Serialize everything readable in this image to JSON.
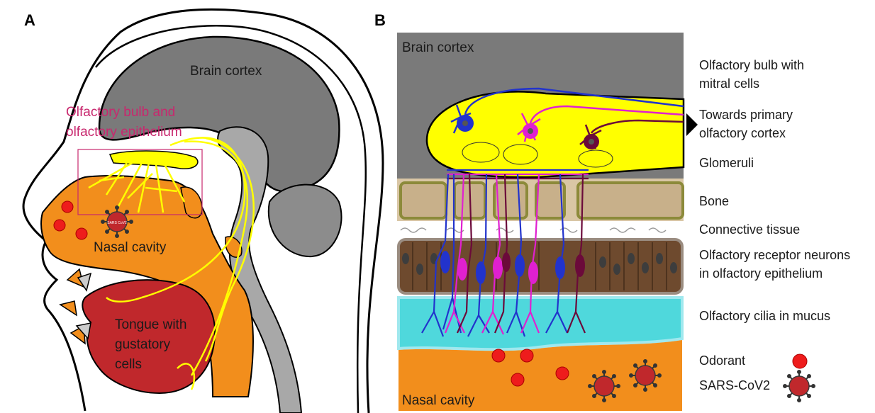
{
  "panels": {
    "a": "A",
    "b": "B"
  },
  "panel_a": {
    "brain_cortex": "Brain cortex",
    "olfactory_label_line1": "Olfactory bulb and",
    "olfactory_label_line2": "olfactory epithelium",
    "nasal_cavity": "Nasal cavity",
    "tongue_line1": "Tongue with",
    "tongue_line2": "gustatory",
    "tongue_line3": "cells",
    "virus_badge": "SARS CoV2"
  },
  "panel_b": {
    "brain_cortex": "Brain cortex",
    "nasal_cavity": "Nasal cavity"
  },
  "legend": {
    "bulb_line1": "Olfactory bulb with",
    "bulb_line2": "mitral cells",
    "towards_line1": "Towards primary",
    "towards_line2": "olfactory cortex",
    "glomeruli": "Glomeruli",
    "bone": "Bone",
    "connective": "Connective tissue",
    "receptor_line1": "Olfactory receptor neurons",
    "receptor_line2": "in olfactory epithelium",
    "cilia": "Olfactory cilia in mucus",
    "odorant": "Odorant",
    "sars": "SARS-CoV2"
  },
  "colors": {
    "brain": "#7a7a7a",
    "bulb": "#ffff00",
    "bone": "#c8b08a",
    "epithelium": "#6e4a2e",
    "mucus": "#4fd8dc",
    "nasal": "#f28e1c",
    "tongue": "#c0282c",
    "odorant": "#ee1c1c",
    "neuron_blue": "#2233cc",
    "neuron_magenta": "#e020d0",
    "neuron_maroon": "#6b0a3a",
    "label_magenta": "#c8286e"
  }
}
